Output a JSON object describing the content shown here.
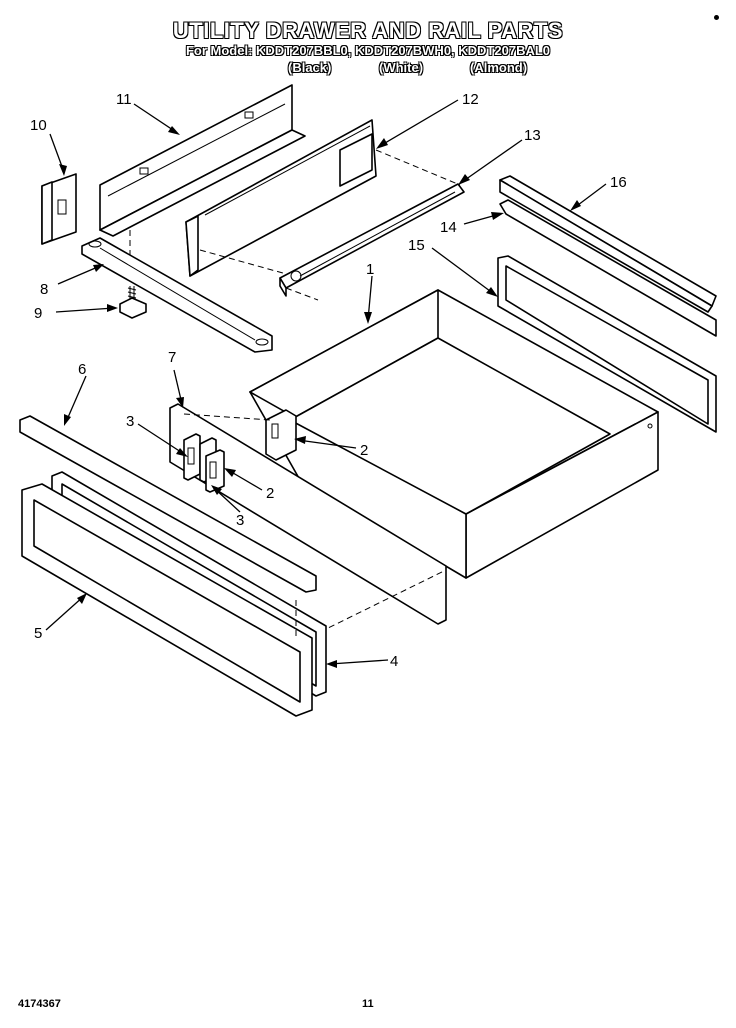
{
  "header": {
    "title": "UTILITY DRAWER AND RAIL PARTS",
    "subtitle": "For Model: KDDT207BBL0, KDDT207BWH0, KDDT207BAL0",
    "variants": [
      "(Black)",
      "(White)",
      "(Almond)"
    ]
  },
  "callouts": [
    "1",
    "2",
    "2",
    "3",
    "3",
    "4",
    "5",
    "6",
    "7",
    "8",
    "9",
    "10",
    "11",
    "12",
    "13",
    "14",
    "15",
    "16"
  ],
  "footer": {
    "doc_number": "4174367",
    "page_number": "11"
  }
}
